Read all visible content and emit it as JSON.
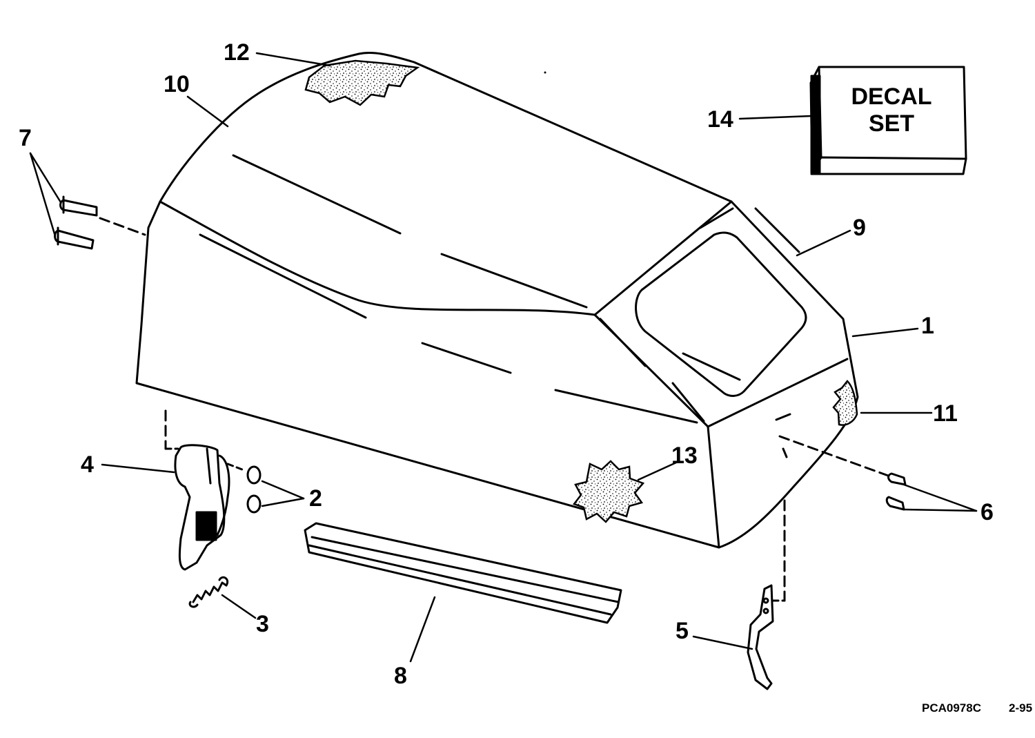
{
  "diagram": {
    "callouts": [
      "1",
      "2",
      "3",
      "4",
      "5",
      "6",
      "7",
      "8",
      "9",
      "10",
      "11",
      "12",
      "13",
      "14"
    ],
    "decal_box": {
      "line1": "DECAL",
      "line2": "SET"
    },
    "footer": {
      "drawing_id": "PCA0978C",
      "date_code": "2-95"
    }
  }
}
